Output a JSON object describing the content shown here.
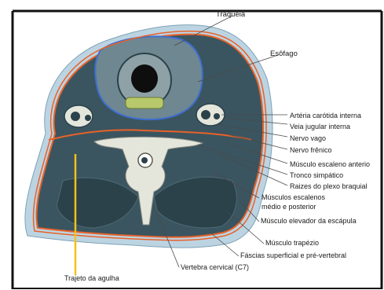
{
  "labels": {
    "traqueia": "Traquéia",
    "esofago": "Esôfago",
    "carotida": "Artéria carótida interna",
    "jugular": "Veia jugular interna",
    "vago": "Nervo vago",
    "frenico": "Nervo frênico",
    "escaleno_anterior": "Músculo escaleno anterio",
    "tronco_simpatico": "Tronco simpático",
    "raizes_plexo": "Raizes do plexo braquial",
    "escalenos_line1": "Músculos escalenos",
    "escalenos_line2": "médio e posterior",
    "elevador_escapula": "Músculo elevador da escápula",
    "trapezio": "Músculo trapézio",
    "fascias": "Fáscias superficial e pré-vertebral",
    "trajeto_agulha": "Trajeto da agulha",
    "vertebra": "Vertebra cervical (C7)"
  },
  "colors": {
    "background": "#ffffff",
    "skin": "#bcd4e2",
    "muscle": "#3a5560",
    "muscle_dark": "#2b424b",
    "fascia": "#e8622a",
    "bone": "#e4e6dc",
    "trachea_outer": "#8ea1a6",
    "esophagus_ring": "#3f6fd0",
    "needle": "#f2c21a",
    "leader": "#4a4a4a"
  }
}
